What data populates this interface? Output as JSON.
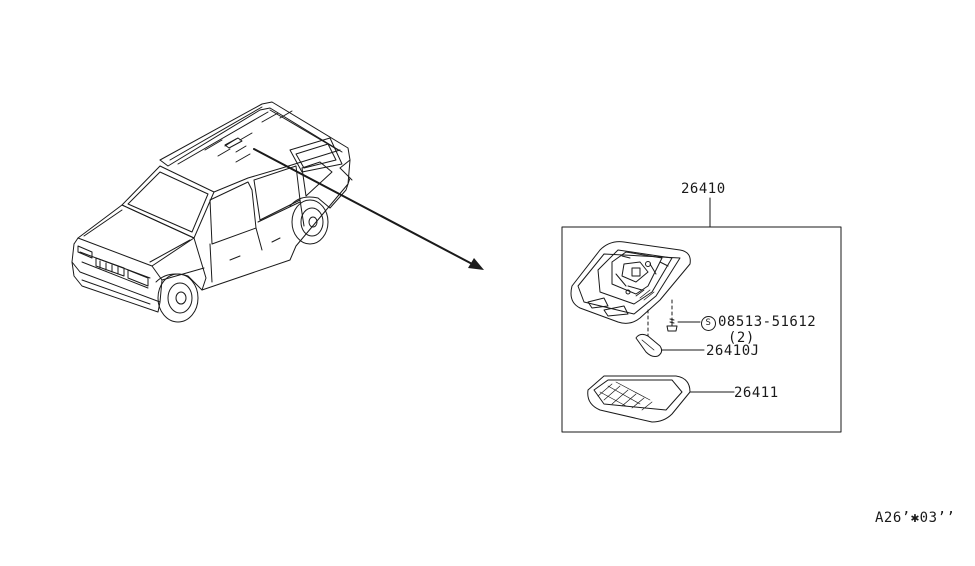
{
  "parts": {
    "assembly": "26410",
    "screw_prefix": "S",
    "screw": "08513-51612",
    "screw_qty": "(2)",
    "bulb": "26410J",
    "lens": "26411"
  },
  "diagram_code": "A26’✱03’’"
}
